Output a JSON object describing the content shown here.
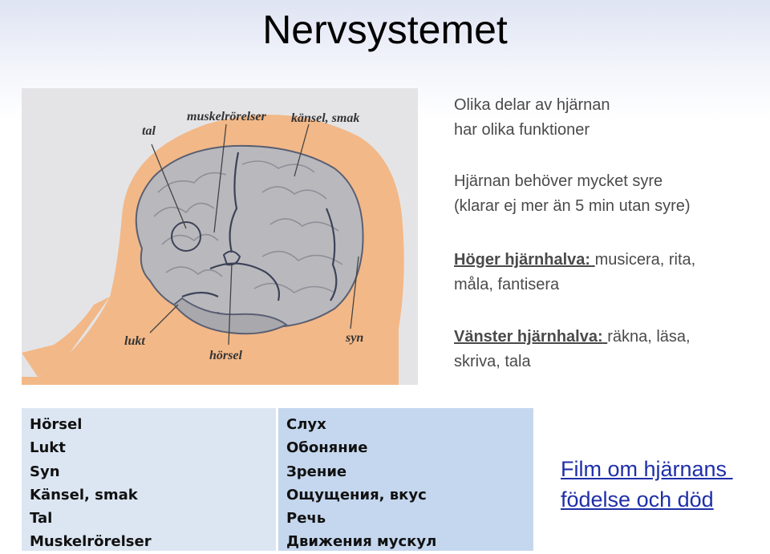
{
  "title": "Nervsystemet",
  "figure": {
    "labels": {
      "tal": "tal",
      "muskel": "muskelrörelser",
      "kansel": "känsel, smak",
      "lukt": "lukt",
      "horsel": "hörsel",
      "syn": "syn"
    }
  },
  "info": {
    "para1": [
      "Olika delar av hjärnan",
      "har olika funktioner"
    ],
    "para2": [
      "Hjärnan behöver mycket syre",
      "(klarar ej mer än 5 min utan syre)"
    ],
    "hoger_label": "Höger hjärnhalva:",
    "hoger_label_trail": " ",
    "hoger_text_1": "musicera, rita,",
    "hoger_text_2": "måla, fantisera",
    "vanster_label": "Vänster hjärnhalva:",
    "vanster_label_trail": " ",
    "vanster_text_1": "räkna, läsa,",
    "vanster_text_2": "skriva, tala"
  },
  "swedish_list": [
    "Hörsel",
    "Lukt",
    "Syn",
    "Känsel, smak",
    "Tal",
    "Muskelrörelser"
  ],
  "russian_list": [
    "Слух",
    "Обоняние",
    "Зрение",
    "Ощущения, вкус",
    "Речь",
    "Движения мускул"
  ],
  "film_link": [
    "Film om hjärnans ",
    "födelse och död"
  ]
}
